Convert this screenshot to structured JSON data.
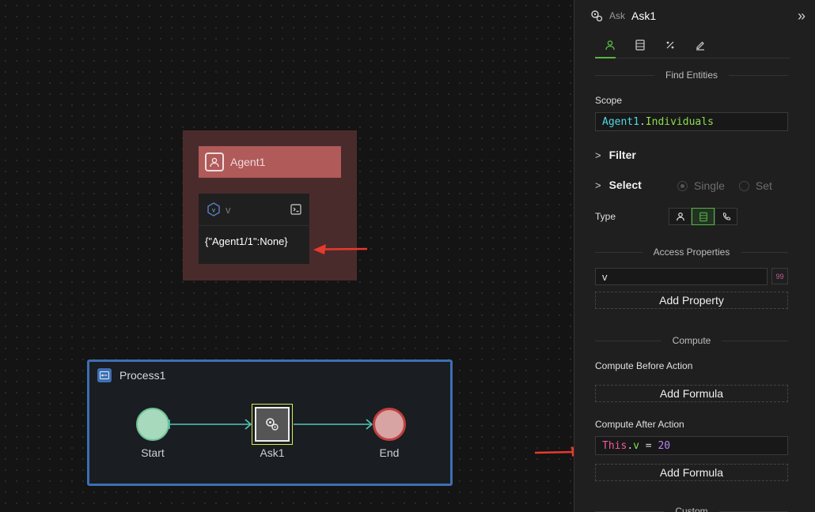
{
  "canvas": {
    "agent": {
      "title": "Agent1",
      "variable": {
        "name": "v",
        "value": "{\"Agent1/1\":None}"
      }
    },
    "process": {
      "title": "Process1",
      "nodes": {
        "start": "Start",
        "ask": "Ask1",
        "end": "End"
      }
    }
  },
  "panel": {
    "kind": "Ask",
    "name": "Ask1",
    "collapse_glyph": "»",
    "tabs": [
      "agent-icon",
      "table-icon",
      "percent-icon",
      "pencil-icon"
    ],
    "find_entities": {
      "section_title": "Find Entities",
      "scope_label": "Scope",
      "scope_value": {
        "object": "Agent1",
        "dot": ".",
        "member": "Individuals"
      },
      "filter_label": "Filter",
      "select_label": "Select",
      "select_options": [
        "Single",
        "Set"
      ],
      "type_label": "Type",
      "type_options": [
        "person-icon",
        "table-icon",
        "phone-icon"
      ]
    },
    "access_properties": {
      "section_title": "Access Properties",
      "property_value": "v",
      "property_badge": "99",
      "add_label": "Add Property"
    },
    "compute": {
      "section_title": "Compute",
      "before_label": "Compute Before Action",
      "before_add": "Add Formula",
      "after_label": "Compute After Action",
      "after_formula": {
        "object": "This",
        "dot": ".",
        "member": "v",
        "op": " = ",
        "num": "20"
      },
      "after_add": "Add Formula"
    },
    "next_section_title": "Custom"
  },
  "colors": {
    "accent_green": "#57b342",
    "agent_red": "#b05a5a",
    "process_blue": "#3d6fb3",
    "arrow_red": "#e8392e"
  }
}
